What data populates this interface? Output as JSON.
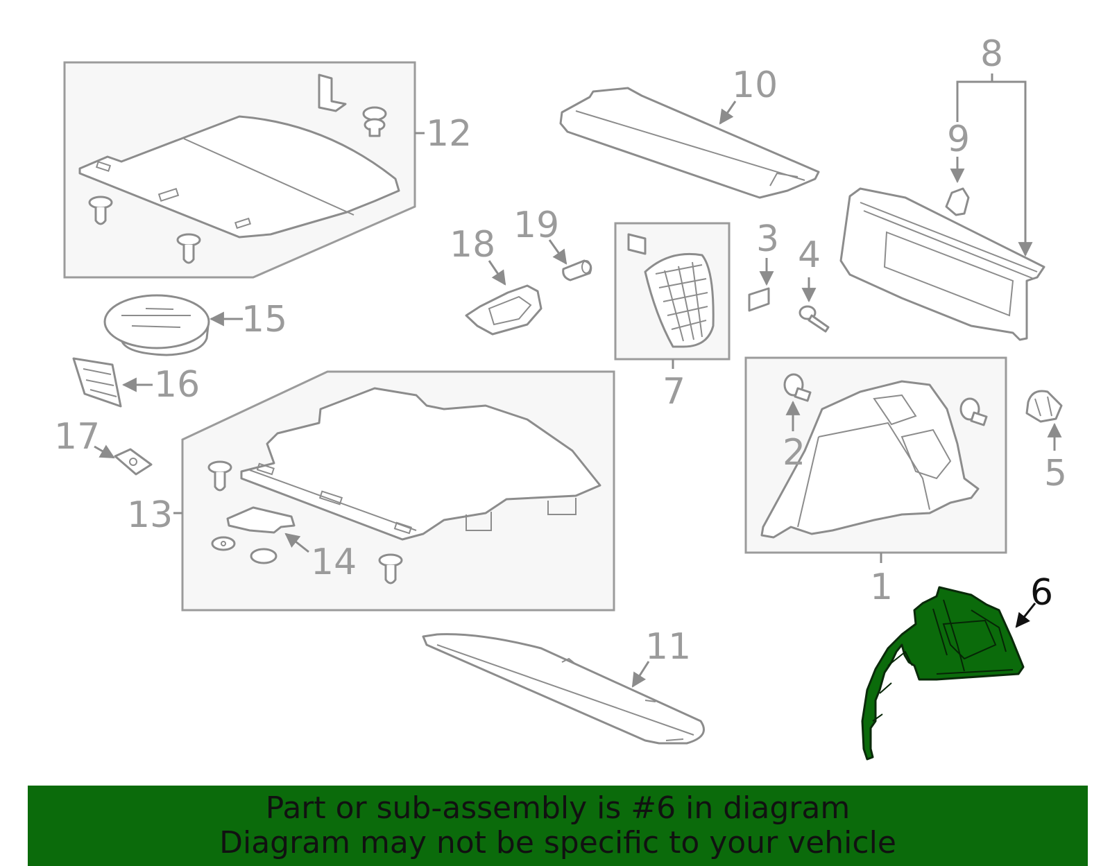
{
  "diagram": {
    "callouts": {
      "c1": "1",
      "c2": "2",
      "c3": "3",
      "c4": "4",
      "c5": "5",
      "c6": "6",
      "c7": "7",
      "c8": "8",
      "c9": "9",
      "c10": "10",
      "c11": "11",
      "c12": "12",
      "c13": "13",
      "c14": "14",
      "c15": "15",
      "c16": "16",
      "c17": "17",
      "c18": "18",
      "c19": "19"
    },
    "highlighted_part": "6",
    "highlight_color": "#0b6b0b"
  },
  "banner": {
    "line1": "Part or sub-assembly is #6 in diagram",
    "line2": "Diagram may not be specific to your vehicle",
    "background": "#0b6b0b"
  }
}
